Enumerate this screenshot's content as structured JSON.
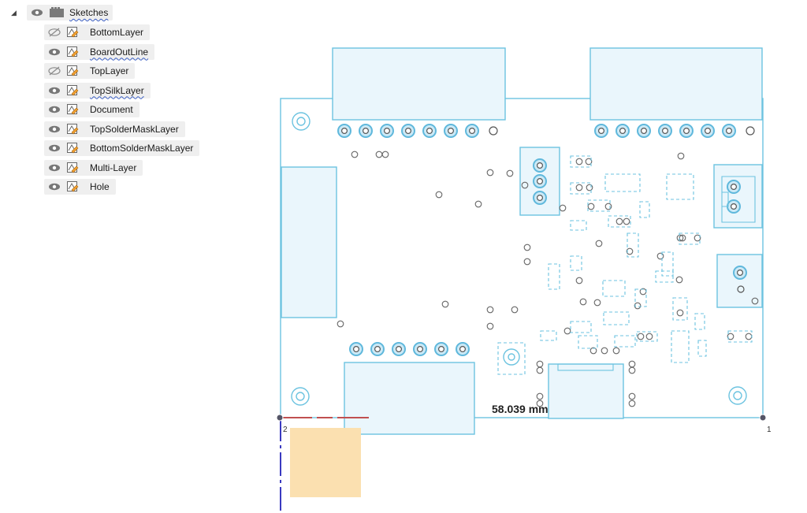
{
  "browser": {
    "root": {
      "label": "Sketches",
      "expanded": true
    },
    "layers": [
      {
        "name": "BottomLayer",
        "visible": false,
        "warning": false
      },
      {
        "name": "BoardOutLine",
        "visible": true,
        "warning": true
      },
      {
        "name": "TopLayer",
        "visible": false,
        "warning": false
      },
      {
        "name": "TopSilkLayer",
        "visible": true,
        "warning": true
      },
      {
        "name": "Document",
        "visible": true,
        "warning": false
      },
      {
        "name": "TopSolderMaskLayer",
        "visible": true,
        "warning": false
      },
      {
        "name": "BottomSolderMaskLayer",
        "visible": true,
        "warning": false
      },
      {
        "name": "Multi-Layer",
        "visible": true,
        "warning": false
      },
      {
        "name": "Hole",
        "visible": true,
        "warning": false
      }
    ]
  },
  "viewport": {
    "dimension": "58.039 mm",
    "point_1": "1",
    "point_2": "2"
  },
  "colors": {
    "outline": "#6cc3e0",
    "fill": "#eaf6fc",
    "pad_ring": "#5fb8dc",
    "selection": "#fbe0b0",
    "axis_red": "#c05050",
    "axis_blue": "#3a3ac0"
  }
}
